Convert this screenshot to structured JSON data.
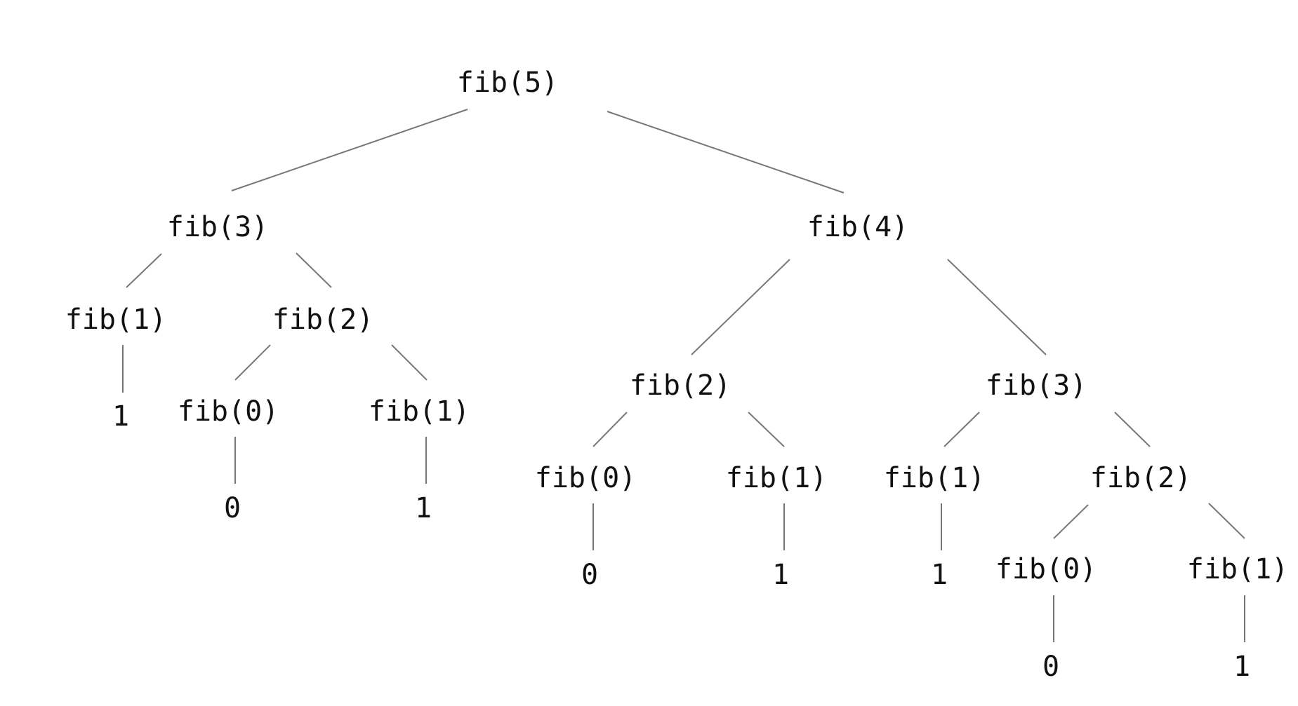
{
  "tree": {
    "nodes": [
      {
        "id": "n1",
        "label": "fib(5)"
      },
      {
        "id": "n2",
        "label": "fib(3)"
      },
      {
        "id": "n3",
        "label": "fib(4)"
      },
      {
        "id": "n4",
        "label": "fib(1)"
      },
      {
        "id": "n5",
        "label": "fib(2)"
      },
      {
        "id": "n6",
        "label": "1"
      },
      {
        "id": "n7",
        "label": "fib(0)"
      },
      {
        "id": "n8",
        "label": "fib(1)"
      },
      {
        "id": "n9",
        "label": "0"
      },
      {
        "id": "n10",
        "label": "1"
      },
      {
        "id": "n11",
        "label": "fib(2)"
      },
      {
        "id": "n12",
        "label": "fib(3)"
      },
      {
        "id": "n13",
        "label": "fib(0)"
      },
      {
        "id": "n14",
        "label": "fib(1)"
      },
      {
        "id": "n15",
        "label": "0"
      },
      {
        "id": "n16",
        "label": "1"
      },
      {
        "id": "n17",
        "label": "fib(1)"
      },
      {
        "id": "n18",
        "label": "fib(2)"
      },
      {
        "id": "n19",
        "label": "1"
      },
      {
        "id": "n20",
        "label": "fib(0)"
      },
      {
        "id": "n21",
        "label": "fib(1)"
      },
      {
        "id": "n22",
        "label": "0"
      },
      {
        "id": "n23",
        "label": "1"
      }
    ],
    "edges": [
      {
        "from": "n1",
        "to": "n2"
      },
      {
        "from": "n1",
        "to": "n3"
      },
      {
        "from": "n2",
        "to": "n4"
      },
      {
        "from": "n2",
        "to": "n5"
      },
      {
        "from": "n4",
        "to": "n6"
      },
      {
        "from": "n5",
        "to": "n7"
      },
      {
        "from": "n5",
        "to": "n8"
      },
      {
        "from": "n7",
        "to": "n9"
      },
      {
        "from": "n8",
        "to": "n10"
      },
      {
        "from": "n3",
        "to": "n11"
      },
      {
        "from": "n3",
        "to": "n12"
      },
      {
        "from": "n11",
        "to": "n13"
      },
      {
        "from": "n11",
        "to": "n14"
      },
      {
        "from": "n13",
        "to": "n15"
      },
      {
        "from": "n14",
        "to": "n16"
      },
      {
        "from": "n12",
        "to": "n17"
      },
      {
        "from": "n12",
        "to": "n18"
      },
      {
        "from": "n17",
        "to": "n19"
      },
      {
        "from": "n18",
        "to": "n20"
      },
      {
        "from": "n18",
        "to": "n21"
      },
      {
        "from": "n20",
        "to": "n22"
      },
      {
        "from": "n21",
        "to": "n23"
      }
    ]
  }
}
